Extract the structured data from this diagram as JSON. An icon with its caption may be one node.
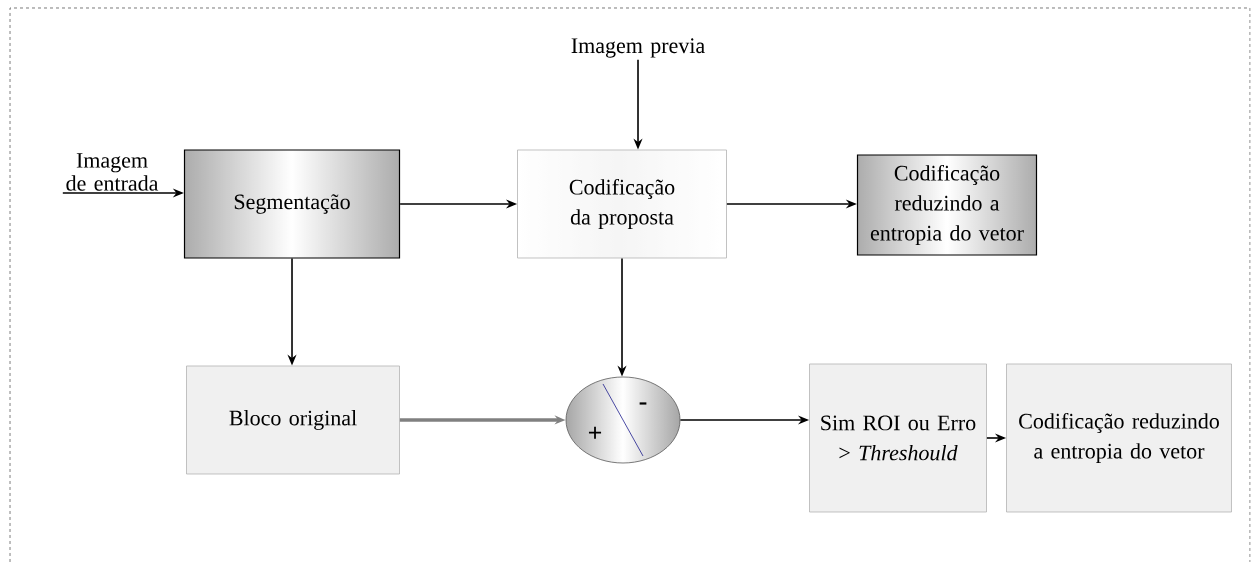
{
  "diagram": {
    "nodes": [
      {
        "text": [
          "Imagem de entrada"
        ]
      },
      {
        "text": [
          "Segmentação"
        ]
      },
      {
        "text": [
          "Imagem previa"
        ]
      },
      {
        "text": [
          "Codificação da proposta"
        ]
      },
      {
        "text": [
          "Codificação reduzindo a entropia do vetor"
        ]
      },
      {
        "text": [
          "Bloco original"
        ]
      },
      {
        "text": [
          "-",
          "+"
        ]
      },
      {
        "text": [
          "Sim ROI ou Erro > *Threshould*"
        ]
      },
      {
        "text": [
          "Codificação reduzindo a entropia do vetor"
        ]
      }
    ],
    "edges": [
      {
        "from": 0,
        "to": 1,
        "arrow": "to"
      },
      {
        "from": 2,
        "to": 3,
        "arrow": "to"
      },
      {
        "from": 1,
        "to": 3,
        "arrow": "to"
      },
      {
        "from": 3,
        "to": 4,
        "arrow": "to"
      },
      {
        "from": 1,
        "to": 5,
        "arrow": "to"
      },
      {
        "from": 3,
        "to": 6,
        "arrow": "to"
      },
      {
        "from": 5,
        "to": 6,
        "arrow": "to",
        "style": "thick",
        "color": "#808080"
      },
      {
        "from": 6,
        "to": 7,
        "arrow": "to"
      },
      {
        "from": 7,
        "to": 8,
        "arrow": "to"
      }
    ]
  }
}
